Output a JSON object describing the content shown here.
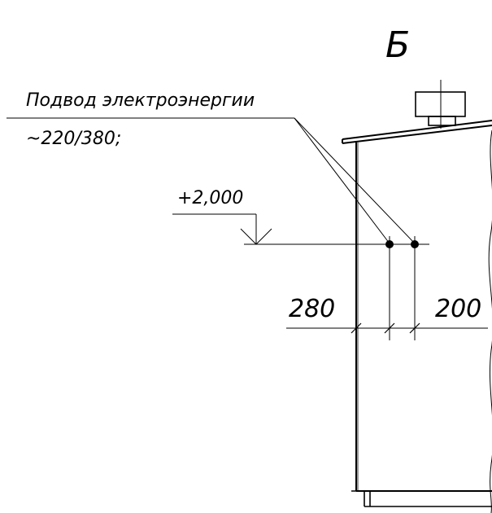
{
  "view_label": "Б",
  "note": {
    "line1": "Подвод электроэнергии",
    "line2": "~220/380;"
  },
  "elevation_mark": "+2,000",
  "dimensions": {
    "left": "280",
    "right": "200"
  }
}
